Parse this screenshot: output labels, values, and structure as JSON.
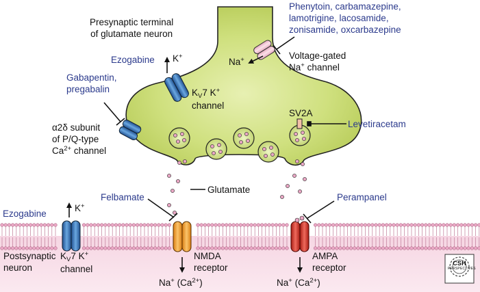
{
  "terminal_title": [
    "Presynaptic terminal",
    "of glutamate neuron"
  ],
  "na_drugs": [
    "Phenytoin, carbamazepine,",
    "lamotrigine, lacosamide,",
    "zonisamide, oxcarbazepine"
  ],
  "na_channel": [
    "Voltage-gated",
    "Na",
    "+",
    " channel"
  ],
  "na_ion": [
    "Na",
    "+"
  ],
  "ezogabine_top": "Ezogabine",
  "k_ion_top": [
    "K",
    "+"
  ],
  "kv7_top": [
    "K",
    "V",
    "7 K",
    "+",
    "channel"
  ],
  "gaba_drugs": [
    "Gabapentin,",
    "pregabalin"
  ],
  "ca_channel": [
    "α2δ subunit",
    "of P/Q-type",
    "Ca",
    "2+",
    " channel"
  ],
  "sv2a": "SV2A",
  "levetiracetam": "Levetiracetam",
  "glutamate": "Glutamate",
  "felbamate": "Felbamate",
  "perampanel": "Perampanel",
  "ezogabine_bottom": "Ezogabine",
  "k_ion_bottom": [
    "K",
    "+"
  ],
  "postsynaptic": [
    "Postsynaptic",
    "neuron"
  ],
  "kv7_bottom": [
    "K",
    "V",
    "7 K",
    "+",
    "channel"
  ],
  "nmda": [
    "NMDA",
    "receptor"
  ],
  "ampa": [
    "AMPA",
    "receptor"
  ],
  "na_ca_nmda": [
    "Na",
    "+",
    " (Ca",
    "2+",
    ")"
  ],
  "na_ca_ampa": [
    "Na",
    "+",
    " (Ca",
    "2+",
    ")"
  ],
  "logo_text": [
    "CSH",
    "PERSPECTIVES"
  ],
  "colors": {
    "terminal_fill": "#cfe07e",
    "membrane_band": "#f4cfdf",
    "vesicle_dot": "#e9a7c4",
    "channel_blue": "#3d7dc2",
    "nmda_orange": "#f0a23a",
    "ampa_red": "#d8342a",
    "drug_text": "#2b3a8c"
  }
}
